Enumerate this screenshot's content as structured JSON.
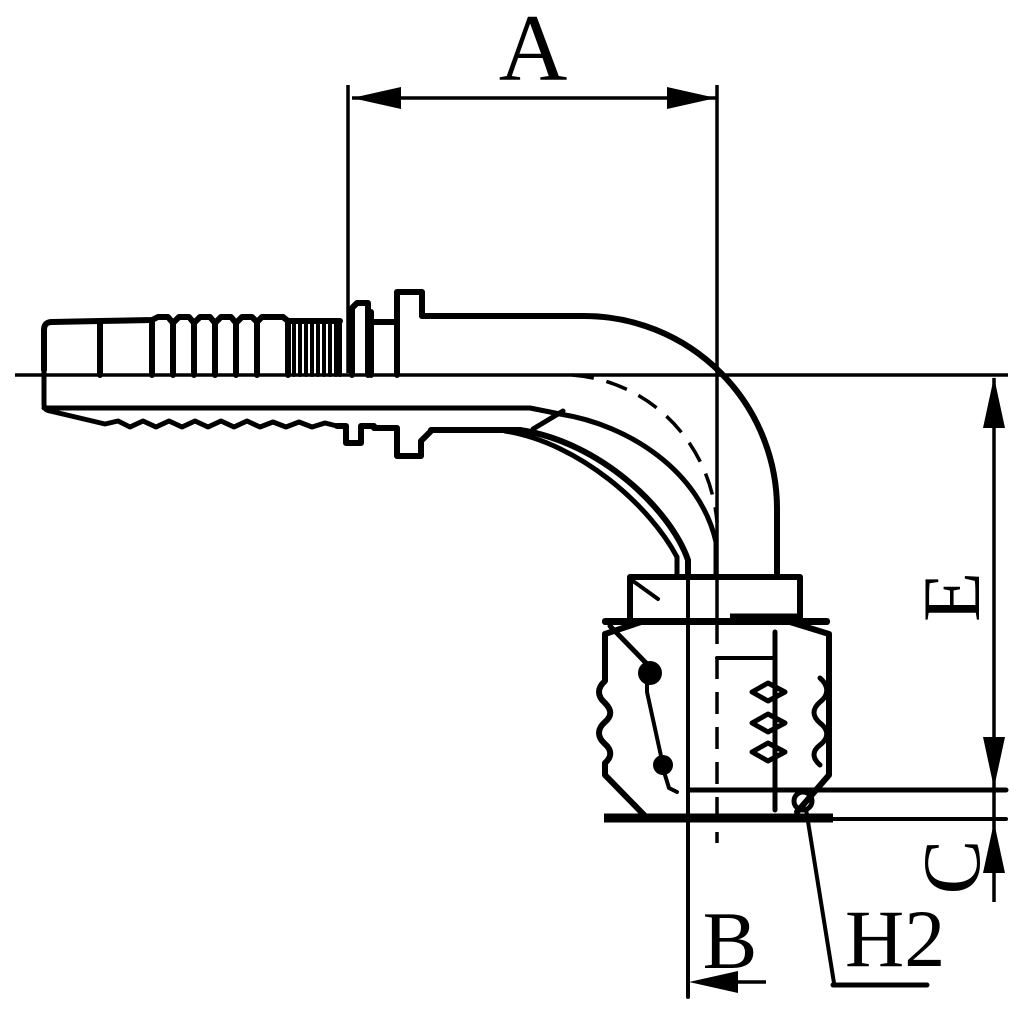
{
  "drawing": {
    "background_color": "#ffffff",
    "line_color": "#000000",
    "dimension_labels": {
      "a": "A",
      "b": "B",
      "c": "C",
      "e": "E",
      "h2": "H2"
    }
  }
}
